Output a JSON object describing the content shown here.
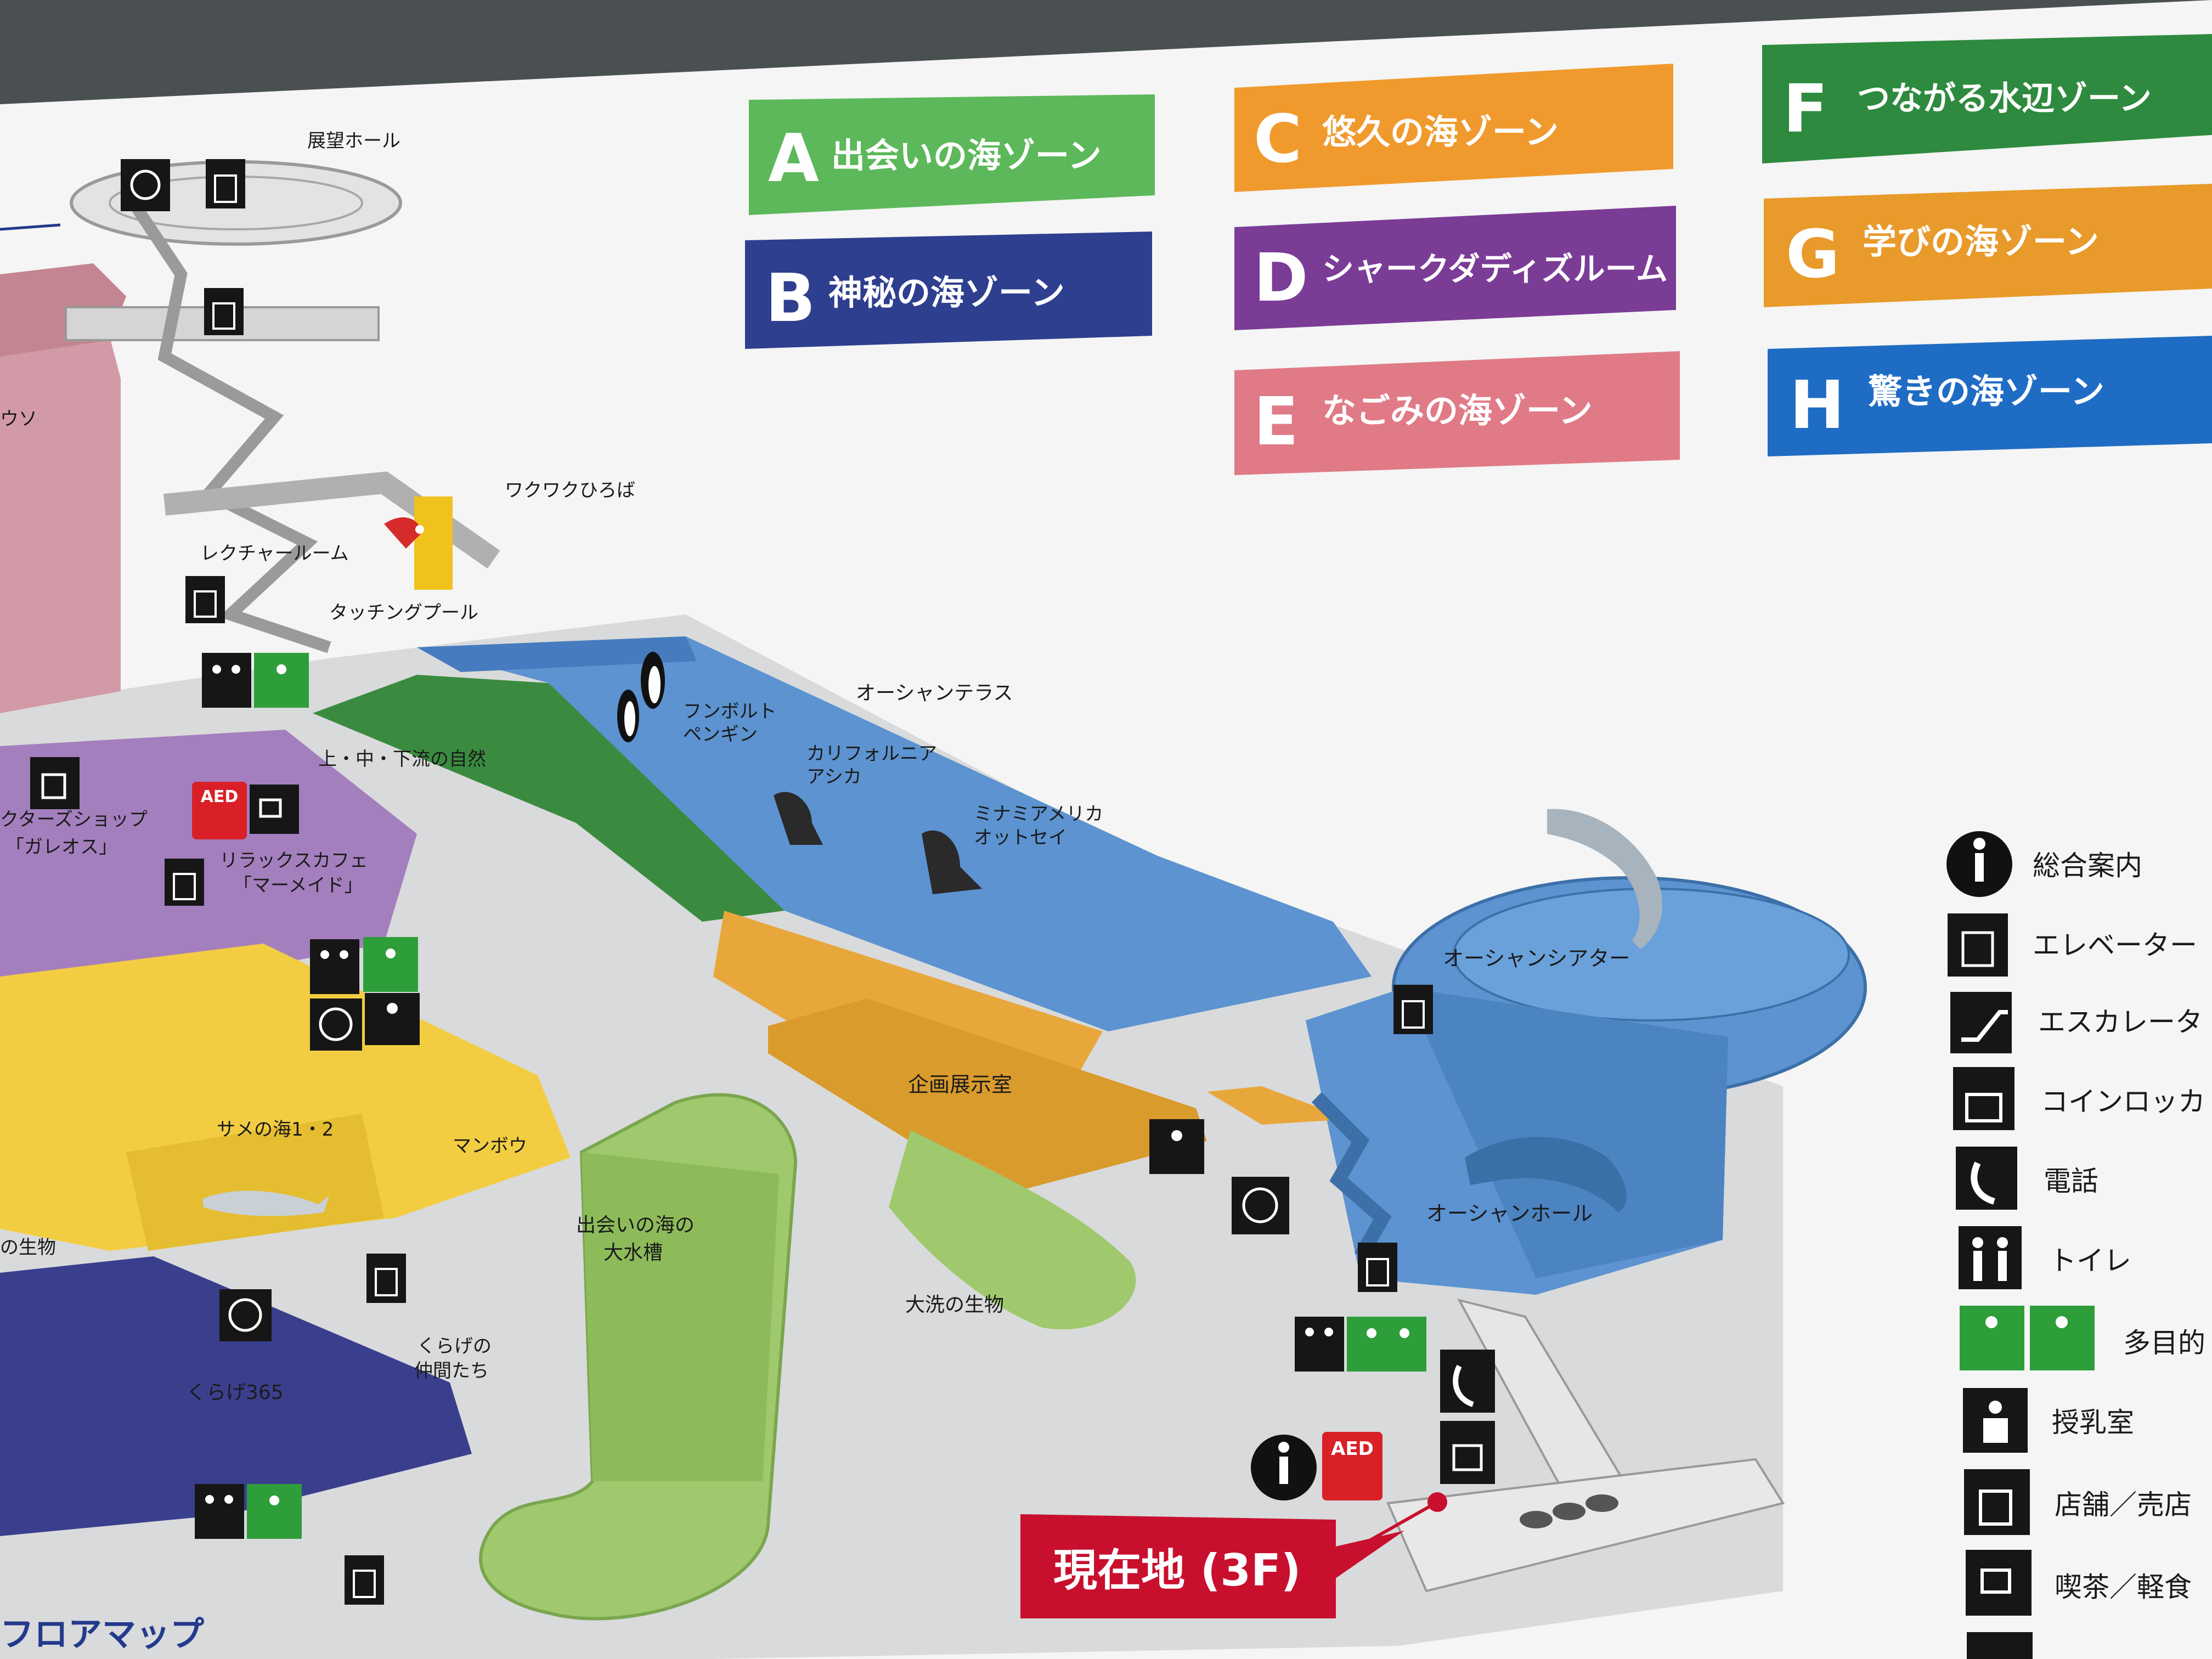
{
  "zones": [
    {
      "letter": "A",
      "name": "出会いの海ゾーン",
      "color": "#5cb85a"
    },
    {
      "letter": "B",
      "name": "神秘の海ゾーン",
      "color": "#2e3f8f"
    },
    {
      "letter": "C",
      "name": "悠久の海ゾーン",
      "color": "#f09a2e"
    },
    {
      "letter": "D",
      "name": "シャークダディズルーム",
      "color": "#7b3c96"
    },
    {
      "letter": "E",
      "name": "なごみの海ゾーン",
      "color": "#e07a86"
    },
    {
      "letter": "F",
      "name": "つながる水辺ゾーン",
      "color": "#2e8a3e"
    },
    {
      "letter": "G",
      "name": "学びの海ゾーン",
      "color": "#e89a2a"
    },
    {
      "letter": "H",
      "name": "驚きの海ゾーン",
      "color": "#1f6cc4"
    }
  ],
  "map_labels": {
    "observation_hall": "展望ホール",
    "wakuwaku": "ワクワクひろば",
    "lecture": "レクチャールーム",
    "touching": "タッチングプール",
    "ocean_terrace": "オーシャンテラス",
    "humboldt_1": "フンボルト",
    "humboldt_2": "ペンギン",
    "california_1": "カリフォルニア",
    "california_2": "アシカ",
    "minami_1": "ミナミアメリカ",
    "minami_2": "オットセイ",
    "river": "上・中・下流の自然",
    "shop_1": "クターズショップ",
    "shop_2": "「ガレオス」",
    "cafe_1": "リラックスカフェ",
    "cafe_2": "「マーメイド」",
    "ocean_theater": "オーシャンシアター",
    "special_exhibit": "企画展示室",
    "shark_sea": "サメの海1・2",
    "sunfish": "マンボウ",
    "big_tank_1": "出会いの海の",
    "big_tank_2": "大水槽",
    "ocean_hall": "オーシャンホール",
    "oarai": "大洗の生物",
    "jellyfish_1": "くらげの",
    "jellyfish_2": "仲間たち",
    "kurage365": "くらげ365",
    "creatures": "の生物",
    "otter": "ウソ",
    "floor_map": "フロアマップ",
    "aed": "AED"
  },
  "current_location": {
    "label": "現在地 (3F)",
    "color": "#c8102e"
  },
  "legend": [
    {
      "icon": "info-icon",
      "label": "総合案内"
    },
    {
      "icon": "elevator-icon",
      "label": "エレベーター"
    },
    {
      "icon": "escalator-icon",
      "label": "エスカレータ"
    },
    {
      "icon": "coin-locker-icon",
      "label": "コインロッカ"
    },
    {
      "icon": "phone-icon",
      "label": "電話"
    },
    {
      "icon": "toilet-icon",
      "label": "トイレ"
    },
    {
      "icon": "multipurpose-toilet-icon",
      "label": "多目的"
    },
    {
      "icon": "nursing-room-icon",
      "label": "授乳室"
    },
    {
      "icon": "shop-icon",
      "label": "店舗／売店"
    },
    {
      "icon": "cafe-icon",
      "label": "喫茶／軽食"
    }
  ]
}
